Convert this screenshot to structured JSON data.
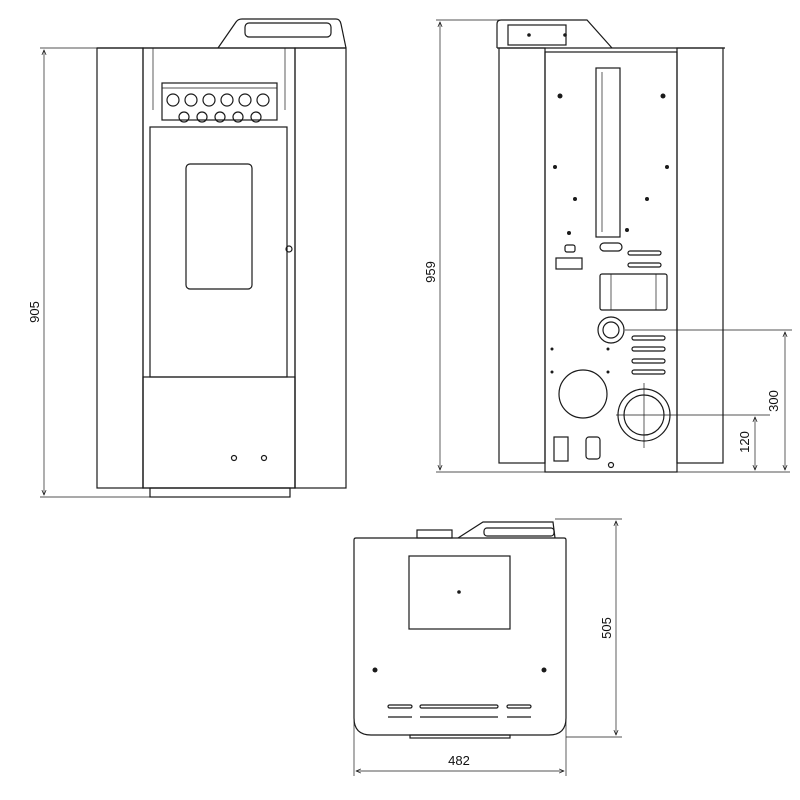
{
  "views": {
    "front": {
      "height_label": "905"
    },
    "rear": {
      "height_label": "959",
      "flue_height_label": "300",
      "outlet_height_label": "120"
    },
    "top": {
      "depth_label": "505",
      "width_label": "482"
    }
  },
  "colors": {
    "line": "#1a1a1a",
    "background": "#ffffff"
  }
}
